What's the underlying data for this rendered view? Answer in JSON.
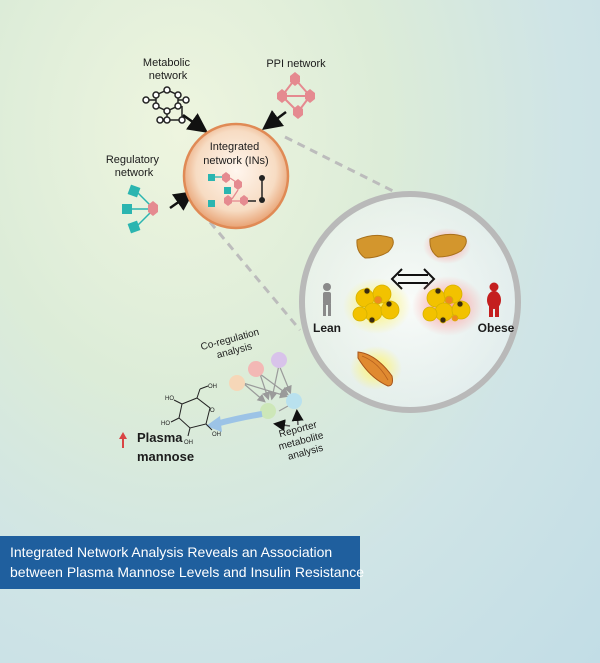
{
  "labels": {
    "metabolic": [
      "Metabolic",
      "network"
    ],
    "ppi": "PPI network",
    "integrated": [
      "Integrated",
      "network (INs)"
    ],
    "regulatory": [
      "Regulatory",
      "network"
    ],
    "lean": "Lean",
    "obese": "Obese",
    "coreg": [
      "Co-regulation",
      "analysis"
    ],
    "plasma": [
      "Plasma",
      "mannose"
    ],
    "reporter": [
      "Reporter",
      "metabolite",
      "analysis"
    ]
  },
  "caption": {
    "line1": "Integrated Network Analysis Reveals an Association",
    "line2": "between Plasma Mannose Levels and Insulin Resistance"
  },
  "colors": {
    "caption_bg": "#1f5f9e",
    "node_pink": "#e58a90",
    "node_teal": "#2bb5b0",
    "obese_red": "#c41f1f",
    "lean_gray": "#8a8a8a",
    "arrow_blue": "#9cc3e6"
  }
}
